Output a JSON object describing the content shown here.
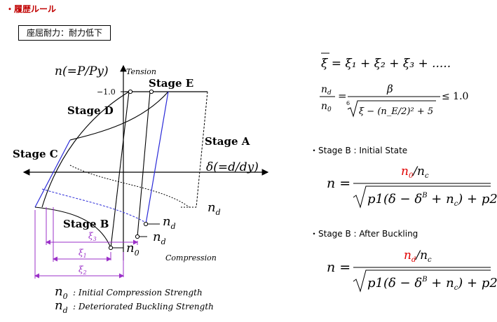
{
  "header": {
    "title": "・履歴ルール",
    "box_label": "座屈耐力：耐力低下"
  },
  "diagram": {
    "y_axis_label": "n(=P/Py)",
    "tension_label": "Tension",
    "compression_label": "Compression",
    "x_axis_label": "δ(=d/dy)",
    "tick_label": "−1.0",
    "stage_a": "Stage A",
    "stage_b": "Stage B",
    "stage_c": "Stage C",
    "stage_d": "Stage D",
    "stage_e": "Stage E",
    "nd": "n",
    "nd_sub": "d",
    "n0": "n",
    "n0_sub": "0",
    "xi1": "ξ",
    "xi1_sub": "1",
    "xi2": "ξ",
    "xi2_sub": "2",
    "xi3": "ξ",
    "xi3_sub": "3",
    "legend_n0": ": Initial Compression Strength",
    "legend_nd": ": Deteriorated Buckling Strength"
  },
  "equations": {
    "xi_sum": "ξ = ξ₁ + ξ₂ + ξ₃ + .....",
    "ratio_num": "n",
    "ratio_den": "n",
    "beta": "β",
    "ratio_root": "ξ − (n_E/2)² + 5",
    "ratio_le": "≤ 1.0",
    "section_initial": "・Stage B : Initial State",
    "section_after": "・Stage B : After Buckling",
    "n_eq": "n =",
    "num_initial_a": "n",
    "num_initial_b": "/n",
    "num_after_a": "n",
    "num_after_b": "/n",
    "den_formula": "p1(δ − δ",
    "den_tail": " + n",
    "den_end": ") + p2"
  },
  "colors": {
    "title": "#c00000",
    "accent_blue": "#2a2ad8",
    "dimension_purple": "#9b30c8",
    "highlight_red": "#e00000"
  }
}
